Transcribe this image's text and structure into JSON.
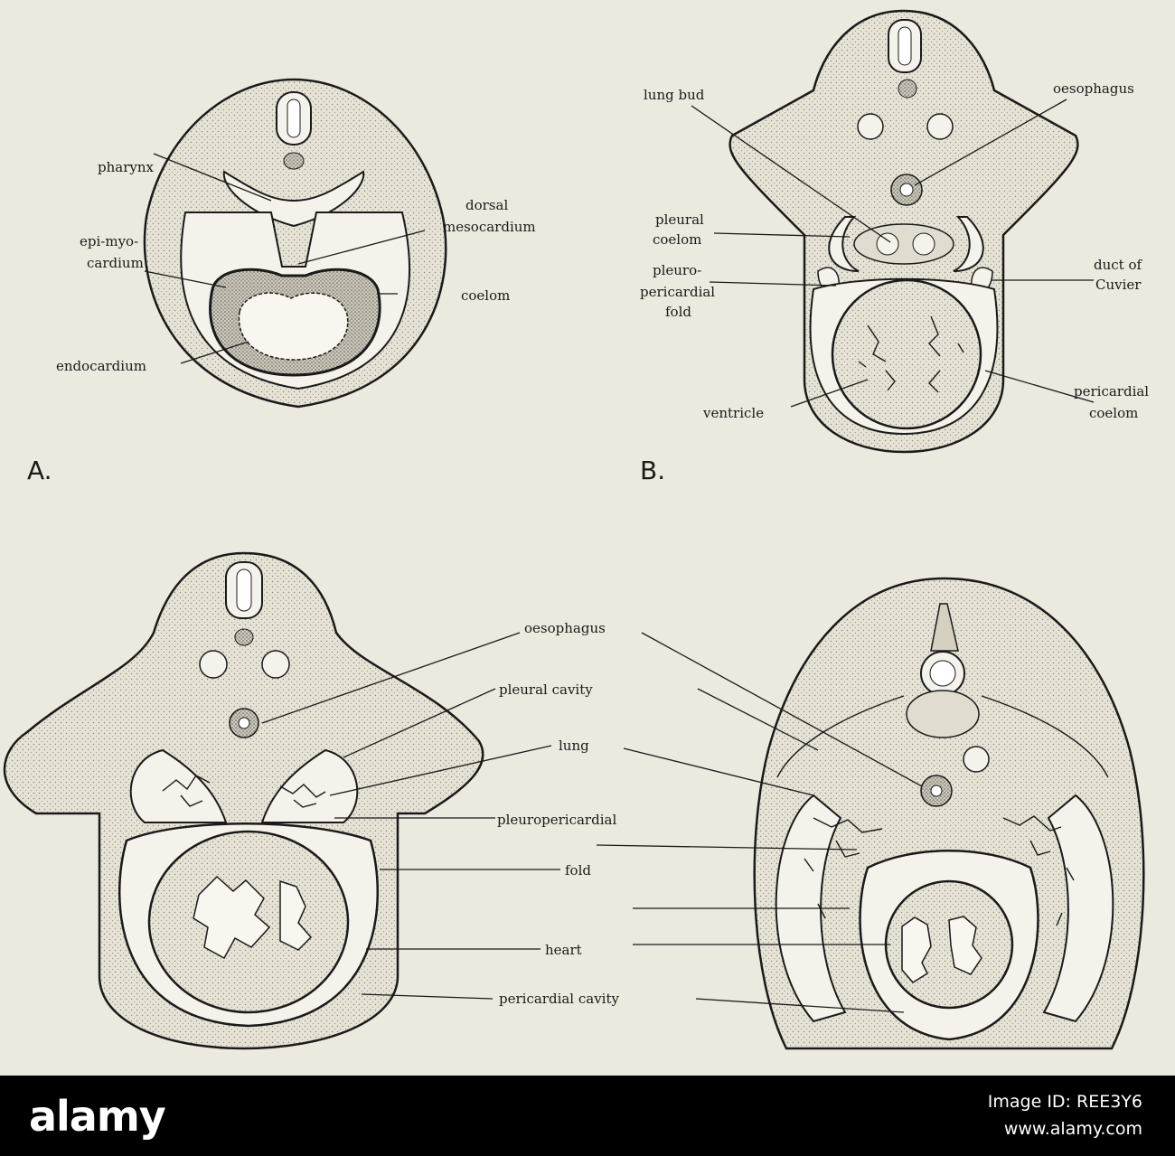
{
  "figure": {
    "panel_a": {
      "letter": "A.",
      "labels": {
        "pharynx": "pharynx",
        "dorsal": "dorsal",
        "mesocardium": "mesocardium",
        "epi_myo": "epi-myo-",
        "cardium": "cardium",
        "coelom": "coelom",
        "endocardium": "endocardium"
      }
    },
    "panel_b": {
      "letter": "B.",
      "labels": {
        "lung_bud": "lung bud",
        "oesophagus": "oesophagus",
        "pleural": "pleural",
        "coelom": "coelom",
        "duct_of": "duct of",
        "cuvier": "Cuvier",
        "pleuro": "pleuro-",
        "pericardial": "pericardial",
        "fold": "fold",
        "ventricle": "ventricle",
        "pericardial2": "pericardial",
        "coelom2": "coelom"
      }
    },
    "panel_cd": {
      "labels": {
        "oesophagus": "oesophagus",
        "pleural_cavity": "pleural cavity",
        "lung": "lung",
        "pleuropericardial": "pleuropericardial",
        "fold": "fold",
        "heart": "heart",
        "pericardial_cavity": "pericardial cavity"
      }
    }
  },
  "footer": {
    "logo": "alamy",
    "image_id_label": "Image ID: REE3Y6",
    "site": "www.alamy.com"
  },
  "colors": {
    "paper": "#ece9de",
    "ink": "#1a1a1a",
    "footer": "#000000"
  }
}
